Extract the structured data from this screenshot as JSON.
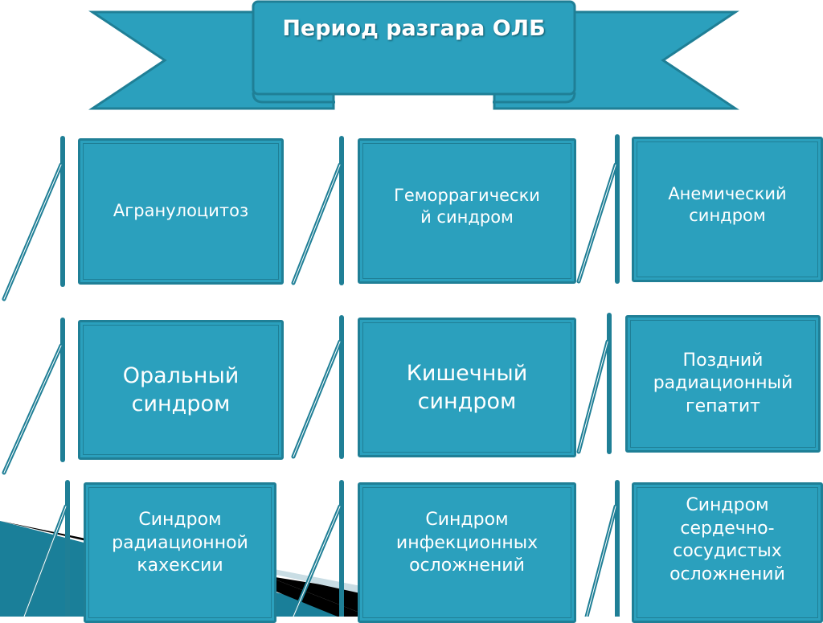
{
  "title": "Период разгара ОЛБ",
  "colors": {
    "box_fill": "#2ba0bd",
    "box_border": "#1f7f96",
    "text": "#ffffff"
  },
  "boxes": [
    {
      "label": "Агранулоцитоз"
    },
    {
      "label": "Геморрагически\nй синдром"
    },
    {
      "label": "Анемический\nсиндром"
    },
    {
      "label": "Оральный\nсиндром"
    },
    {
      "label": "Кишечный\nсиндром"
    },
    {
      "label": "Поздний\nрадиационный\nгепатит"
    },
    {
      "label": "Синдром\nрадиационной\nкахексии"
    },
    {
      "label": "Синдром\nинфекционных\nосложнений"
    },
    {
      "label": "Синдром\nсердечно-\nсосудистых\nосложнений"
    }
  ]
}
